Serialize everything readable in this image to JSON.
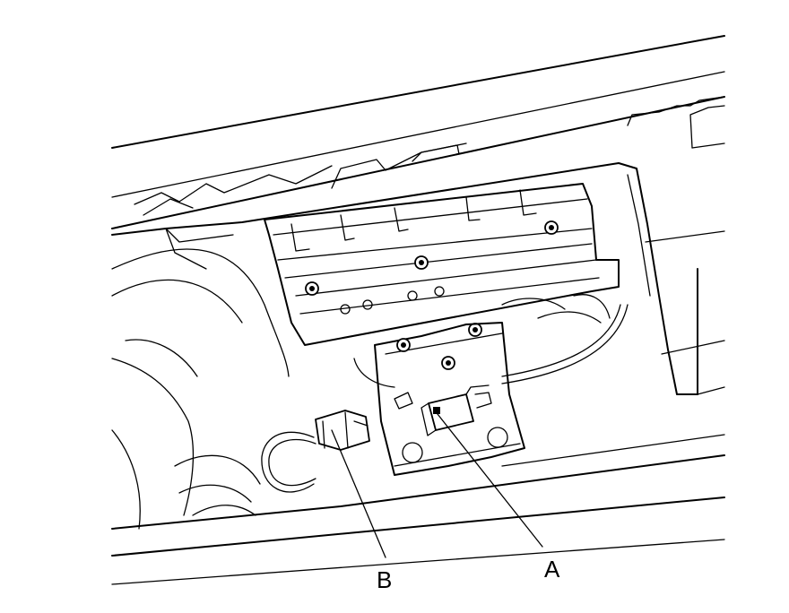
{
  "callouts": [
    {
      "id": "A",
      "label": "A"
    },
    {
      "id": "B",
      "label": "B"
    }
  ]
}
